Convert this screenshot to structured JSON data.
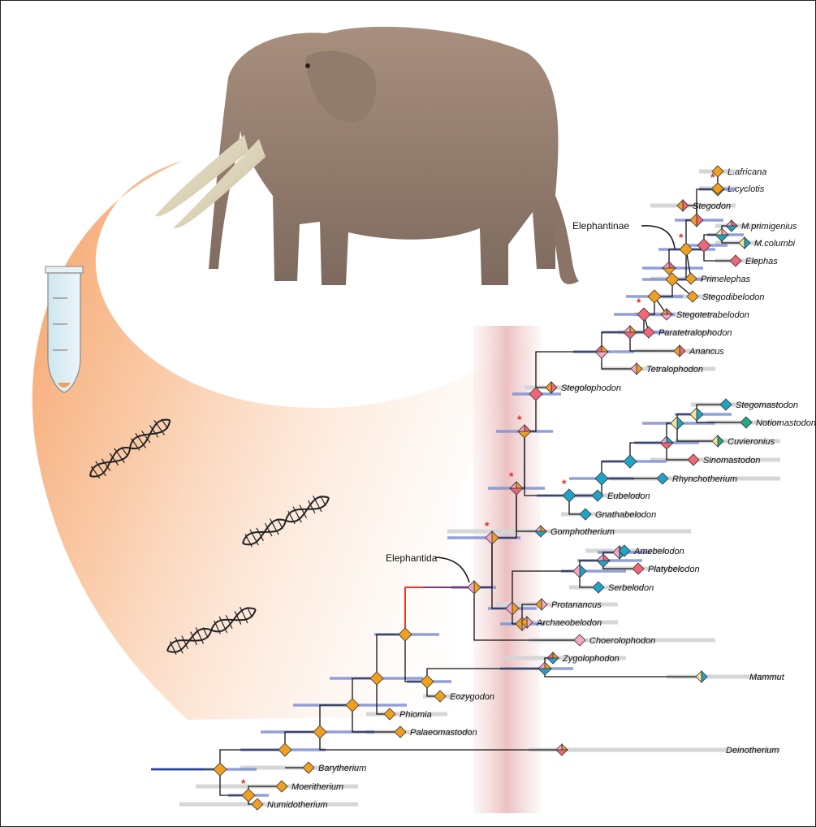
{
  "figure": {
    "colors": {
      "branch": "#111111",
      "branch_blue": "#1f3f9a",
      "branch_red": "#e43c2a",
      "hpd_bar": "#7f8fd3",
      "range_bar": "#d6d6d6",
      "state_orange": "#f0a020",
      "state_red": "#ee6677",
      "state_blue": "#22a3c6",
      "state_green": "#22aa88",
      "state_yellow": "#f5e49a",
      "state_pink": "#f2a7c6",
      "shade": "#ecc3c3",
      "swoosh": "#f7a96f",
      "asterisk": "#e0322a"
    },
    "clade_labels": {
      "elephantinae": "Elephantinae",
      "elephantida": "Elephantida"
    },
    "taxa": {
      "l_africana": "L.africana",
      "l_cyclotis": "L.cyclotis",
      "stegodon": "Stegodon",
      "m_primigenius": "M.primigenius",
      "m_columbi": "M.columbi",
      "elephas": "Elephas",
      "primelephas": "Primelephas",
      "stegodibelodon": "Stegodibelodon",
      "stegotetrabelodon": "Stegotetrabelodon",
      "paratetralophodon": "Paratetralophodon",
      "anancus": "Anancus",
      "tetralophodon": "Tetralophodon",
      "stegolophodon": "Stegolophodon",
      "stegomastodon": "Stegomastodon",
      "notiomastodon": "Notiomastodon",
      "cuvieronius": "Cuvieronius",
      "sinomastodon": "Sinomastodon",
      "rhynchotherium": "Rhynchotherium",
      "eubelodon": "Eubelodon",
      "gnathabelodon": "Gnathabelodon",
      "gomphotherium": "Gomphotherium",
      "amebelodon": "Amebelodon",
      "platybelodon": "Platybelodon",
      "serbelodon": "Serbelodon",
      "protanancus": "Protanancus",
      "archaeobelodon": "Archaeobelodon",
      "choerolophodon": "Choerolophodon",
      "zygolophodon": "Zygolophodon",
      "mammut": "Mammut",
      "eozygodon": "Eozygodon",
      "phiomia": "Phiomia",
      "palaeomastodon": "Palaeomastodon",
      "deinotherium": "Deinotherium",
      "barytherium": "Barytherium",
      "moeritherium": "Moeritherium",
      "numidotherium": "Numidotherium"
    },
    "illustrations": {
      "animal": "elephant-illustration",
      "tube": "sample-tube-icon",
      "dna": "dna-helix-icon"
    }
  }
}
